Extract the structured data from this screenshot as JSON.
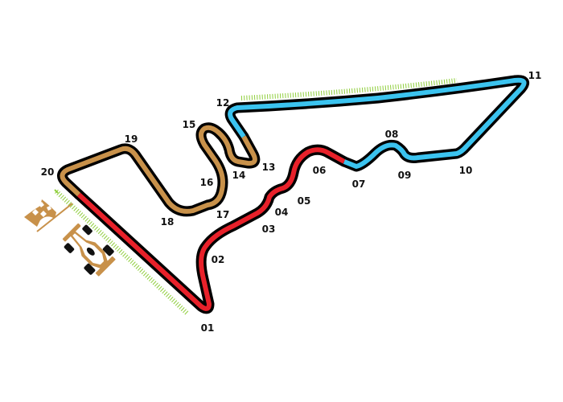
{
  "colors": {
    "outline": "#000000",
    "sector1": "#e8212a",
    "sector2": "#3bc3ef",
    "sector3": "#c8914a",
    "pit_markings": "#8fce3c",
    "icon_fill": "#c8914a"
  },
  "icons": [
    "checkered-flag-icon",
    "race-car-icon"
  ],
  "turns": [
    "01",
    "02",
    "03",
    "04",
    "05",
    "06",
    "07",
    "08",
    "09",
    "10",
    "11",
    "12",
    "13",
    "14",
    "15",
    "16",
    "17",
    "18",
    "19",
    "20"
  ]
}
